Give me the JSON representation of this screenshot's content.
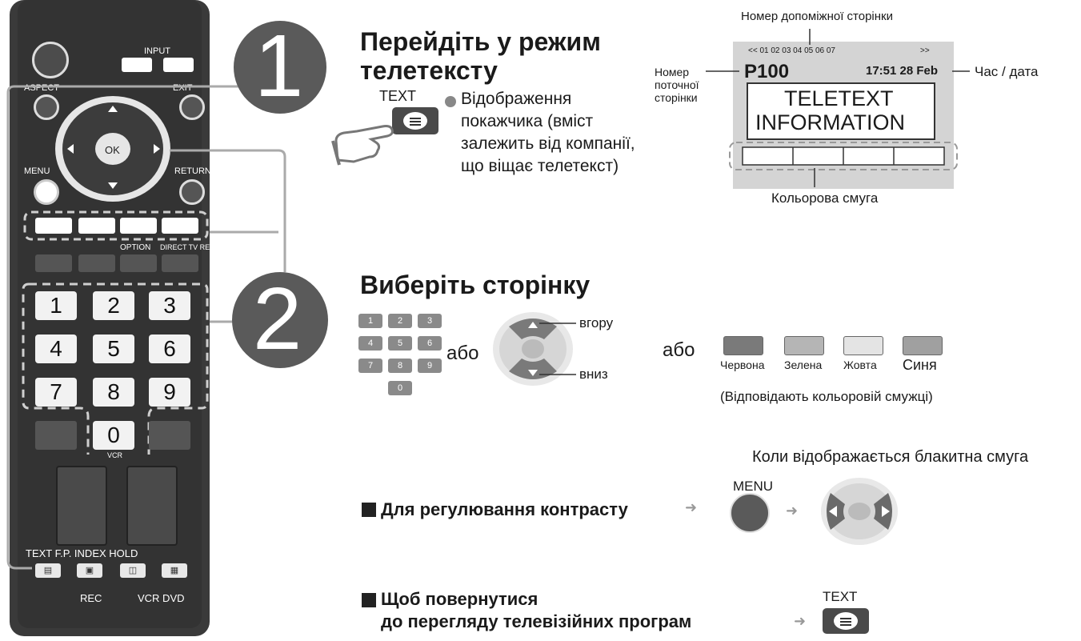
{
  "remote": {
    "input_label": "INPUT",
    "aspect_label": "ASPECT",
    "exit_label": "EXIT",
    "ok_label": "OK",
    "menu_label": "MENU",
    "return_label": "RETURN",
    "option_label": "OPTION",
    "direct_tv_rec_label": "DIRECT TV REC",
    "keys": [
      "1",
      "2",
      "3",
      "4",
      "5",
      "6",
      "7",
      "8",
      "9",
      "0"
    ],
    "vcr_label": "VCR",
    "text_row_label": "TEXT F.P. INDEX HOLD",
    "rec_label": "REC",
    "vcr_dvd_label": "VCR DVD"
  },
  "step1": {
    "number": "1",
    "heading_line1": "Перейдіть у режим",
    "heading_line2": "телетексту",
    "text_key_label": "TEXT",
    "desc_lines": [
      "Відображення",
      "покажчика (вміст",
      "залежить  від  компанії,",
      "що    віщає    телетекст)"
    ]
  },
  "teletext": {
    "subpage_label": "Номер   допоміжної   сторінки",
    "subpage_numbers": "<< 01 02 03 04 05 06 07",
    "subpage_arrow": ">>",
    "current_page_label_lines": [
      "Номер",
      "поточної",
      "сторінки"
    ],
    "page": "P100",
    "time_date": "17:51 28 Feb",
    "time_date_label": "Час / дата",
    "screen_line1": "TELETEXT",
    "screen_line2": "INFORMATION",
    "color_bar_label": "Кольорова   смуга"
  },
  "step2": {
    "number": "2",
    "heading": "Виберіть сторінку",
    "num_tiles": [
      "1",
      "2",
      "3",
      "4",
      "5",
      "6",
      "7",
      "8",
      "9",
      "0"
    ],
    "or1": "або",
    "up_label": "вгору",
    "down_label": "вниз",
    "or2": "або",
    "colors": [
      {
        "name": "Червона",
        "color": "#7a7a7a"
      },
      {
        "name": "Зелена",
        "color": "#b5b5b5"
      },
      {
        "name": "Жовта",
        "color": "#e4e4e4"
      },
      {
        "name": "Синя",
        "color": "#a0a0a0"
      }
    ],
    "colors_note": "(Відповідають    кольоровій    смужці)"
  },
  "contrast": {
    "condition": "Коли відображається блакитна смуга",
    "menu_label": "MENU",
    "label": "Для регулювання контрасту"
  },
  "back": {
    "text_label": "TEXT",
    "line1": "Щоб повернутися",
    "line2": "до перегляду телевізійних програм"
  }
}
